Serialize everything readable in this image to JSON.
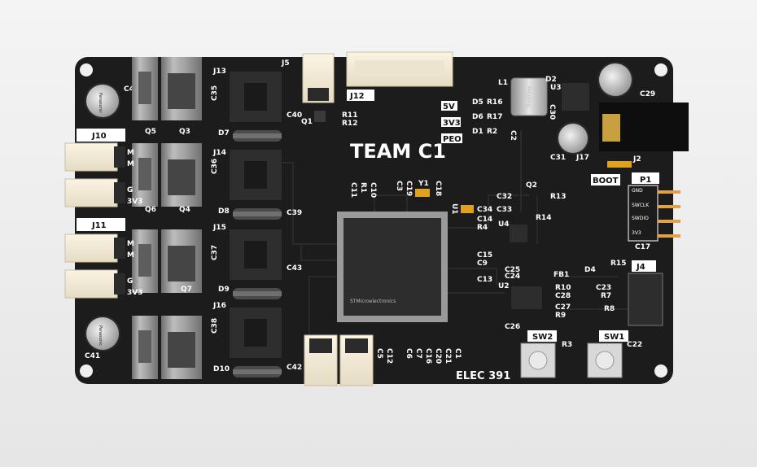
{
  "board": {
    "title": "TEAM C1",
    "course": "ELEC 391",
    "mcu_marking": "STMicroelectronics",
    "inductor_marking": "Mingling",
    "cap_marking": "Panasonic",
    "colors": {
      "pcb": "#1c1c1c",
      "silk": "#ffffff",
      "pad": "#c9c9c9",
      "accent": "#e0a020"
    }
  },
  "boxed_labels": {
    "j10": "J10",
    "j11": "J11",
    "sw2": "SW2",
    "sw1": "SW1",
    "p1": "P1",
    "j4": "J4",
    "boot": "BOOT",
    "j12": "J12",
    "v5": "5V",
    "v3v3": "3V3",
    "peo": "PEO"
  },
  "p1_pins": [
    "GND",
    "SWCLK",
    "SWDIO",
    "3V3"
  ],
  "refs": {
    "c4": "C4",
    "q5": "Q5",
    "q3": "Q3",
    "j13": "J13",
    "j5": "J5",
    "c35": "C35",
    "d7": "D7",
    "c40": "C40",
    "r11": "R11",
    "r12": "R12",
    "q1": "Q1",
    "j14": "J14",
    "c36": "C36",
    "q6": "Q6",
    "q4": "Q4",
    "d8": "D8",
    "c39": "C39",
    "j15": "J15",
    "c37": "C37",
    "d9": "D9",
    "c43": "C43",
    "q7": "Q7",
    "j16": "J16",
    "c38": "C38",
    "d10": "D10",
    "c42": "C42",
    "c41": "C41",
    "c11": "C11",
    "r1": "R1",
    "c10": "C10",
    "c3": "C3",
    "c19": "C19",
    "y1": "Y1",
    "c18": "C18",
    "u1": "U1",
    "c34": "C34",
    "c14": "C14",
    "r4": "R4",
    "c15": "C15",
    "c9": "C9",
    "c13": "C13",
    "d5": "D5",
    "r16": "R16",
    "d6": "D6",
    "r17": "R17",
    "d1": "D1",
    "r2": "R2",
    "c2": "C2",
    "l1": "L1",
    "d2": "D2",
    "u3": "U3",
    "c30": "C30",
    "c29": "C29",
    "c31": "C31",
    "j17": "J17",
    "j2": "J2",
    "q2": "Q2",
    "c32": "C32",
    "c33": "C33",
    "r13": "R13",
    "r14": "R14",
    "u4": "U4",
    "c17": "C17",
    "c25": "C25",
    "c24": "C24",
    "fb1": "FB1",
    "u2": "U2",
    "r10": "R10",
    "c28": "C28",
    "c27": "C27",
    "r9": "R9",
    "c26": "C26",
    "d4": "D4",
    "r15": "R15",
    "c23": "C23",
    "r7": "R7",
    "r8": "R8",
    "r3": "R3",
    "c22": "C22",
    "c5": "C5",
    "c12": "C12",
    "c6": "C6",
    "c7": "C7",
    "c16": "C16",
    "c20": "C20",
    "c21": "C21",
    "c1": "C1",
    "m1": "M",
    "m2": "M",
    "m3": "M",
    "m4": "M",
    "g1": "G",
    "g2": "G",
    "v1": "3V3",
    "v2": "3V3"
  }
}
